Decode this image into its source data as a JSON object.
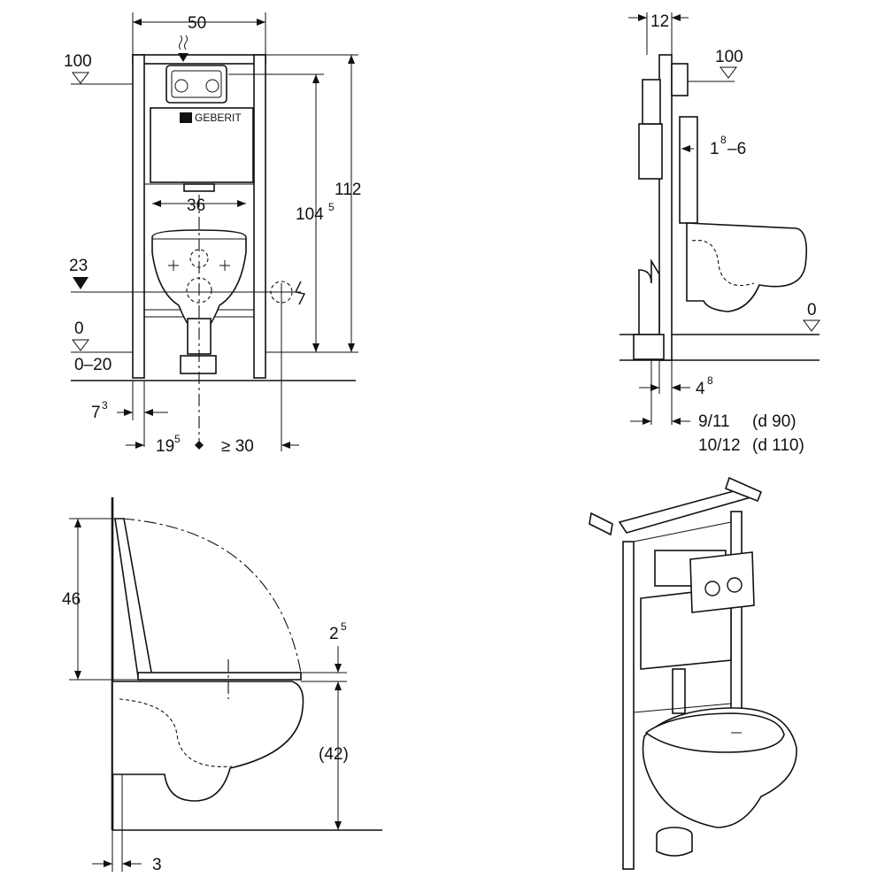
{
  "front": {
    "width": "50",
    "height_total": "112",
    "height_mid": "104",
    "height_mid_sup": "5",
    "pan_width": "36",
    "level_top": "100",
    "level_mid": "23",
    "level_floor": "0",
    "floor_range": "0–20",
    "offset_left": "7",
    "offset_left_sup": "3",
    "offset_center": "19",
    "offset_center_sup": "5",
    "min_side": "≥ 30",
    "brand": "GEBERIT"
  },
  "side": {
    "depth": "12",
    "level_top": "100",
    "gap": "1",
    "gap_sup": "8",
    "gap_end": "–6",
    "level_floor": "0",
    "offset_pipe": "4",
    "offset_pipe_sup": "8",
    "pipe_a": "9/11",
    "pipe_a_d": "(d 90)",
    "pipe_b": "10/12",
    "pipe_b_d": "(d 110)"
  },
  "profile": {
    "seat_height": "46",
    "seat_gap": "2",
    "seat_gap_sup": "5",
    "bowl_height": "(42)",
    "wall_offset": "3"
  }
}
